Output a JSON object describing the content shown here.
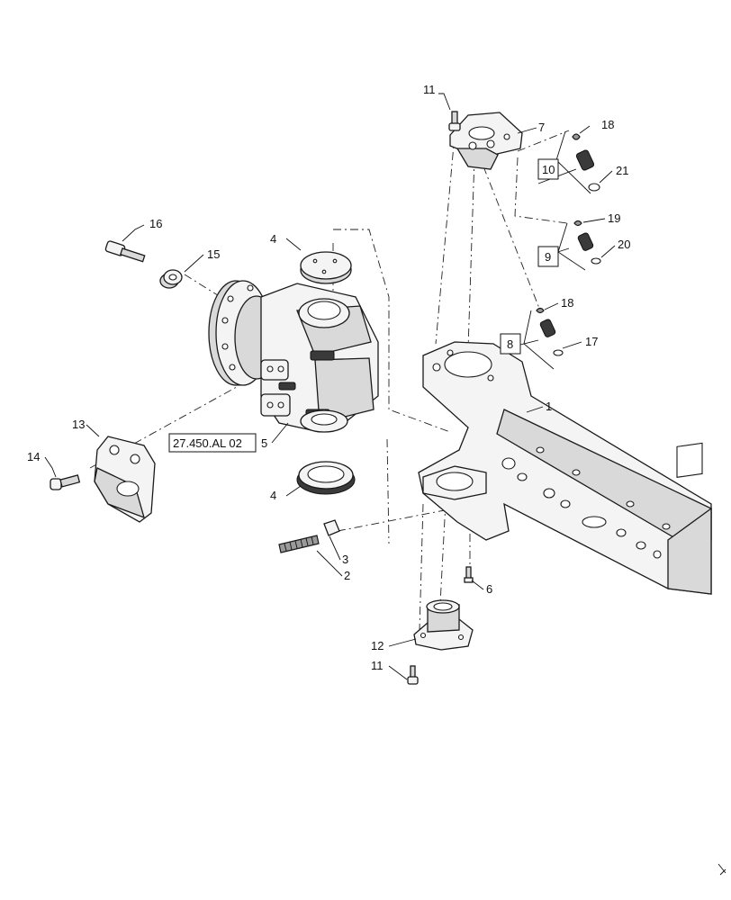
{
  "diagram": {
    "callouts": [
      {
        "id": "c11a",
        "text": "11"
      },
      {
        "id": "c7",
        "text": "7"
      },
      {
        "id": "c18a",
        "text": "18"
      },
      {
        "id": "c10",
        "text": "10"
      },
      {
        "id": "c21",
        "text": "21"
      },
      {
        "id": "c19",
        "text": "19"
      },
      {
        "id": "c9",
        "text": "9"
      },
      {
        "id": "c20",
        "text": "20"
      },
      {
        "id": "c16",
        "text": "16"
      },
      {
        "id": "c15",
        "text": "15"
      },
      {
        "id": "c4a",
        "text": "4"
      },
      {
        "id": "c18b",
        "text": "18"
      },
      {
        "id": "c8",
        "text": "8"
      },
      {
        "id": "c17",
        "text": "17"
      },
      {
        "id": "c1",
        "text": "1"
      },
      {
        "id": "c13",
        "text": "13"
      },
      {
        "id": "c5",
        "text": "5"
      },
      {
        "id": "c14",
        "text": "14"
      },
      {
        "id": "c4b",
        "text": "4"
      },
      {
        "id": "c3",
        "text": "3"
      },
      {
        "id": "c2",
        "text": "2"
      },
      {
        "id": "c6",
        "text": "6"
      },
      {
        "id": "c12",
        "text": "12"
      },
      {
        "id": "c11b",
        "text": "11"
      }
    ],
    "reference": "27.450.AL 02"
  }
}
